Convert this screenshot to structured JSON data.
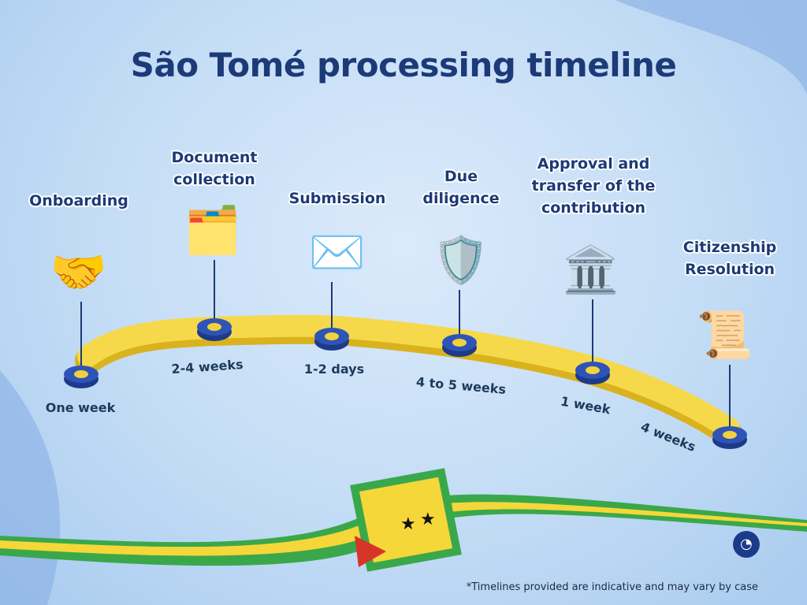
{
  "title": "São Tomé processing timeline",
  "steps": [
    {
      "label_lines": [
        "Onboarding"
      ],
      "duration": "One week",
      "icon": "handshake-clipboard-icon"
    },
    {
      "label_lines": [
        "Document",
        "collection"
      ],
      "duration": "2-4 weeks",
      "icon": "folders-icon"
    },
    {
      "label_lines": [
        "Submission"
      ],
      "duration": "1-2 days",
      "icon": "envelope-icon"
    },
    {
      "label_lines": [
        "Due",
        "diligence"
      ],
      "duration": "4 to 5 weeks",
      "icon": "shield-magnifier-icon"
    },
    {
      "label_lines": [
        "Approval and",
        "transfer of the",
        "contribution"
      ],
      "duration": "1 week",
      "icon": "bank-handshake-icon"
    },
    {
      "label_lines": [
        "Citizenship",
        "Resolution"
      ],
      "duration": "4 weeks",
      "icon": "certificate-id-icon"
    }
  ],
  "footnote": "*Timelines provided are indicative and may vary by case",
  "colors": {
    "title": "#1c3a78",
    "path": "#f2d23c",
    "marker": "#2a4aa8",
    "flag_green": "#3aa84a",
    "flag_yellow": "#f5d73a",
    "flag_red": "#d8352a"
  }
}
